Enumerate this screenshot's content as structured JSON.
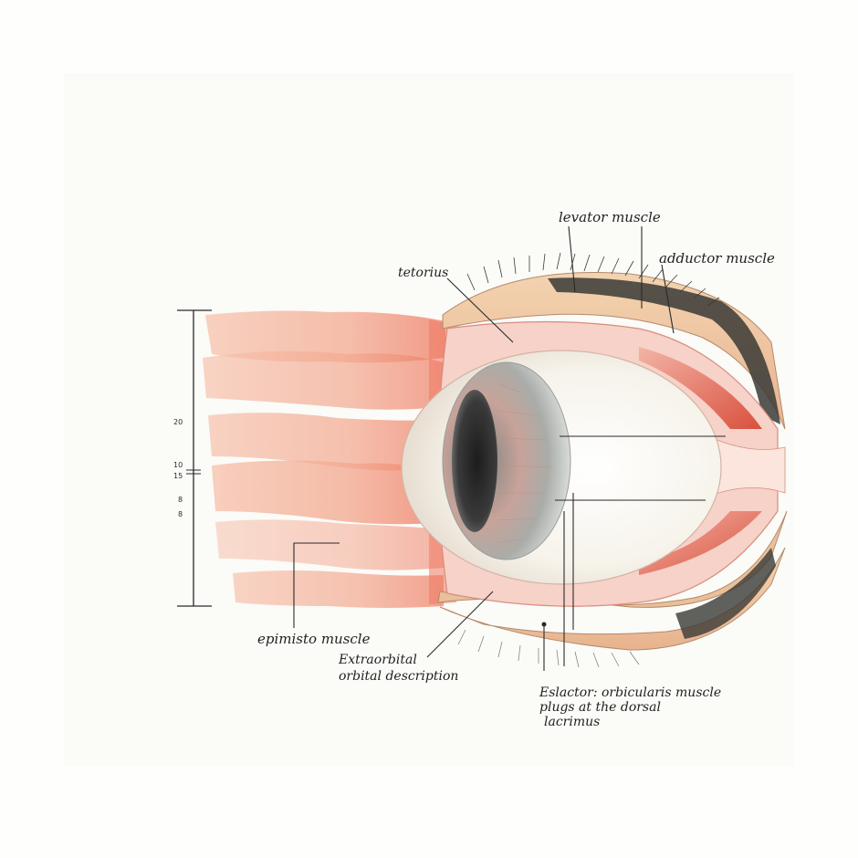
{
  "labels": {
    "top_levator": "levator muscle",
    "top_adductor": "adductor muscle",
    "left_upper": "tetorius",
    "bottom_left": "epimisto muscle",
    "bottom_middle_line1": "Extraorbital",
    "bottom_middle_line2": "orbital description",
    "bottom_right_line1": "Eslactor: orbicularis muscle",
    "bottom_right_line2": "plugs at the dorsal",
    "bottom_right_line3": "lacrimus"
  },
  "scale_ticks": {
    "t1": "20",
    "t2": "10",
    "t3": "15",
    "t4": "8",
    "t5": "8"
  },
  "colors": {
    "background": "#fefefc",
    "muscle": "#f3a88f",
    "muscle_deep": "#ec6d55",
    "sclera": "#f8f6ee",
    "iris": "#9ea3a0",
    "pupil": "#2d2d2d",
    "eyelid": "#efc9a1",
    "ink": "#1f1f1f"
  }
}
